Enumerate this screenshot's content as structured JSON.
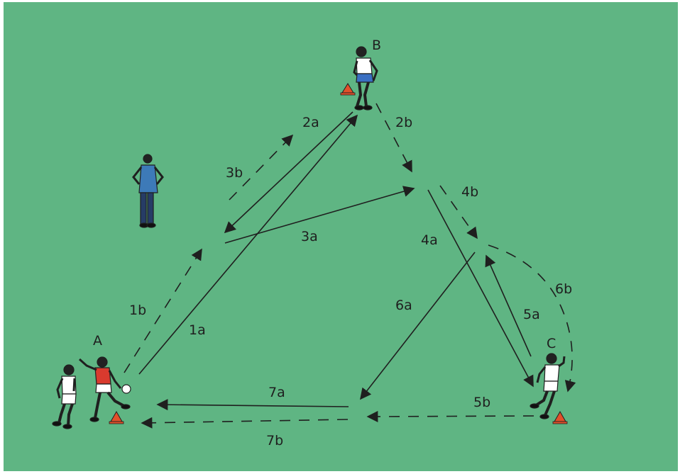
{
  "colors": {
    "pitch": "#5fb583",
    "line": "#1f1f1f",
    "jersey_red": "#d93a2e",
    "shorts_blue": "#3a6fc2",
    "coach_blue": "#3d7ab8",
    "cone": "#e2502a"
  },
  "players": {
    "a": "A",
    "b": "B",
    "c": "C"
  },
  "moves": {
    "m1a": "1a",
    "m1b": "1b",
    "m2a": "2a",
    "m2b": "2b",
    "m3a": "3a",
    "m3b": "3b",
    "m4a": "4a",
    "m4b": "4b",
    "m5a": "5a",
    "m5b": "5b",
    "m6a": "6a",
    "m6b": "6b",
    "m7a": "7a",
    "m7b": "7b"
  }
}
